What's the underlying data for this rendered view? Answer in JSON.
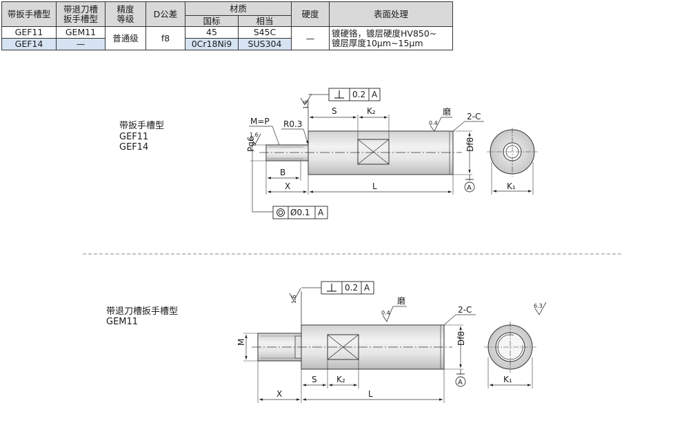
{
  "table": {
    "headers": {
      "col1": "带扳手槽型",
      "col2a": "带退刀槽",
      "col2b": "扳手槽型",
      "col3a": "精度",
      "col3b": "等级",
      "col4": "D公差",
      "col5": "材质",
      "col5a": "国标",
      "col5b": "相当",
      "col6": "硬度",
      "col7": "表面处理"
    },
    "rows": [
      {
        "type1": "GEF11",
        "type2": "GEM11",
        "mat_gb": "45",
        "mat_eq": "S45C"
      },
      {
        "type1": "GEF14",
        "type2": "—",
        "mat_gb": "0Cr18Ni9",
        "mat_eq": "SUS304"
      }
    ],
    "grade": "普通级",
    "tolerance": "f8",
    "hardness": "—",
    "surface_line1": "镀硬铬，镀层硬度HV850~",
    "surface_line2": "镀层厚度10μm~15μm"
  },
  "diagram1": {
    "title": "带扳手槽型",
    "model1": "GEF11",
    "model2": "GEF14",
    "perp_value": "0.2",
    "datum": "A",
    "roughness_top": "1.6",
    "roughness_thread": "1.6",
    "roughness_grind": "0.4",
    "grind_label": "磨",
    "chamfer": "2-C",
    "label_S": "S",
    "label_K2": "K₂",
    "label_MP": "M=P",
    "label_R": "R0.3",
    "label_P": "Pg6",
    "label_D": "Df8",
    "label_B": "B",
    "label_X": "X",
    "label_L": "L",
    "label_K1": "K₁",
    "conc_value": "Ø0.1",
    "conc_datum": "A"
  },
  "diagram2": {
    "title": "带退刀槽扳手槽型",
    "model1": "GEM11",
    "perp_value": "0.2",
    "datum": "A",
    "roughness_top": "1.6",
    "roughness_grind": "0.4",
    "grind_label": "磨",
    "chamfer": "2-C",
    "roughness_general": "6.3",
    "label_M": "M",
    "label_S": "S",
    "label_K2": "K₂",
    "label_D": "Df8",
    "label_X": "X",
    "label_L": "L",
    "label_K1": "K₁"
  }
}
